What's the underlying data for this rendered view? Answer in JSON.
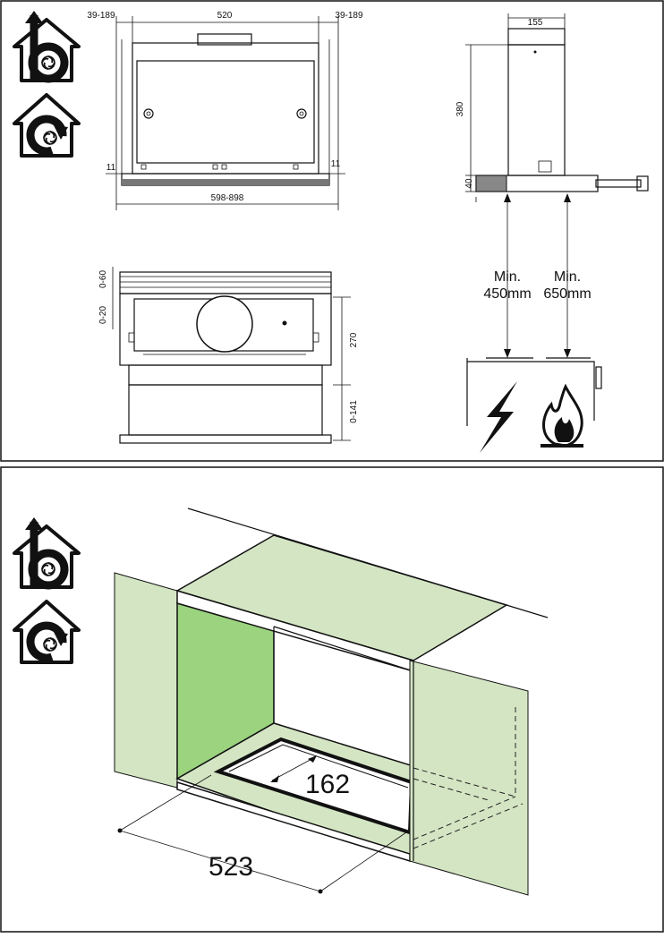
{
  "top_panel": {
    "front_view": {
      "width_label": "520",
      "left_offset_label": "39-189",
      "right_offset_label": "39-189",
      "left_small_label": "11",
      "right_small_label": "11",
      "overall_width_label": "598-898"
    },
    "side_view": {
      "depth_label": "155",
      "height_label": "380",
      "base_label": "40",
      "min_electric_label": "Min.\n450mm",
      "min_gas_label": "Min.\n650mm"
    },
    "section_view": {
      "top_label": "0-60",
      "upper_label": "0-20",
      "height_label": "270",
      "bottom_label": "0-141"
    }
  },
  "bottom_panel": {
    "cutout_depth_label": "162",
    "cutout_width_label": "523"
  },
  "colors": {
    "cabinet_side": "#d4e5c3",
    "cabinet_inner": "#9bd37f",
    "stroke": "#111111"
  }
}
